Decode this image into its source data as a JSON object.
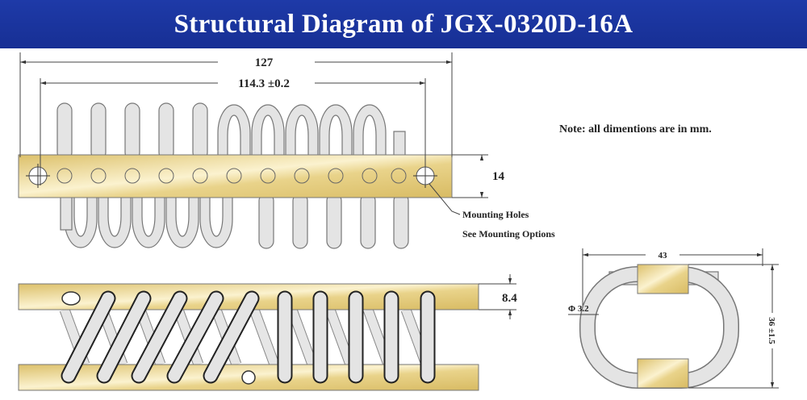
{
  "title": "Structural Diagram of JGX-0320D-16A",
  "note": "Note: all dimentions are in mm.",
  "dimensions": {
    "overall_length": "127",
    "hole_spacing": "114.3 ±0.2",
    "bar_width": "14",
    "bar_thickness": "8.4",
    "wire_diameter": "Φ 3.2",
    "width": "43",
    "height": "36 ±1.5"
  },
  "callouts": {
    "mounting_holes": "Mounting Holes",
    "mounting_options": "See Mounting Options"
  },
  "colors": {
    "header": "#1a33a0",
    "brass": "#e6cf86",
    "wire": "#e4e4e4"
  }
}
